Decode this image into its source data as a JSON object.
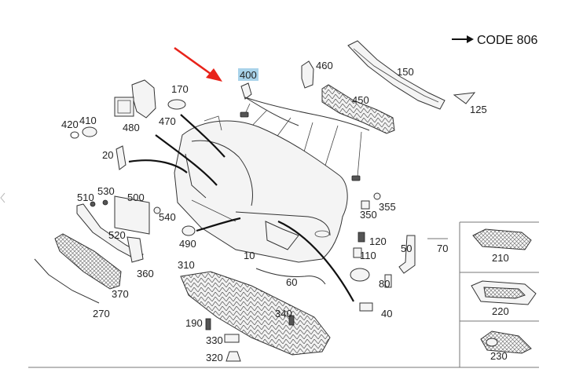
{
  "code_label": "CODE 806",
  "highlight_color": "#a9d3ea",
  "arrow_color": "#e8231a",
  "callouts": {
    "c10": "10",
    "c20": "20",
    "c40": "40",
    "c50": "50",
    "c60": "60",
    "c70": "70",
    "c80": "80",
    "c110": "110",
    "c120": "120",
    "c125": "125",
    "c150": "150",
    "c170": "170",
    "c190": "190",
    "c210": "210",
    "c220": "220",
    "c230": "230",
    "c270": "270",
    "c310": "310",
    "c320": "320",
    "c330": "330",
    "c340": "340",
    "c350": "350",
    "c355": "355",
    "c360": "360",
    "c370": "370",
    "c400": "400",
    "c410": "410",
    "c420": "420",
    "c450": "450",
    "c460": "460",
    "c470": "470",
    "c480": "480",
    "c490": "490",
    "c500": "500",
    "c510": "510",
    "c520": "520",
    "c530": "530",
    "c540": "540"
  }
}
